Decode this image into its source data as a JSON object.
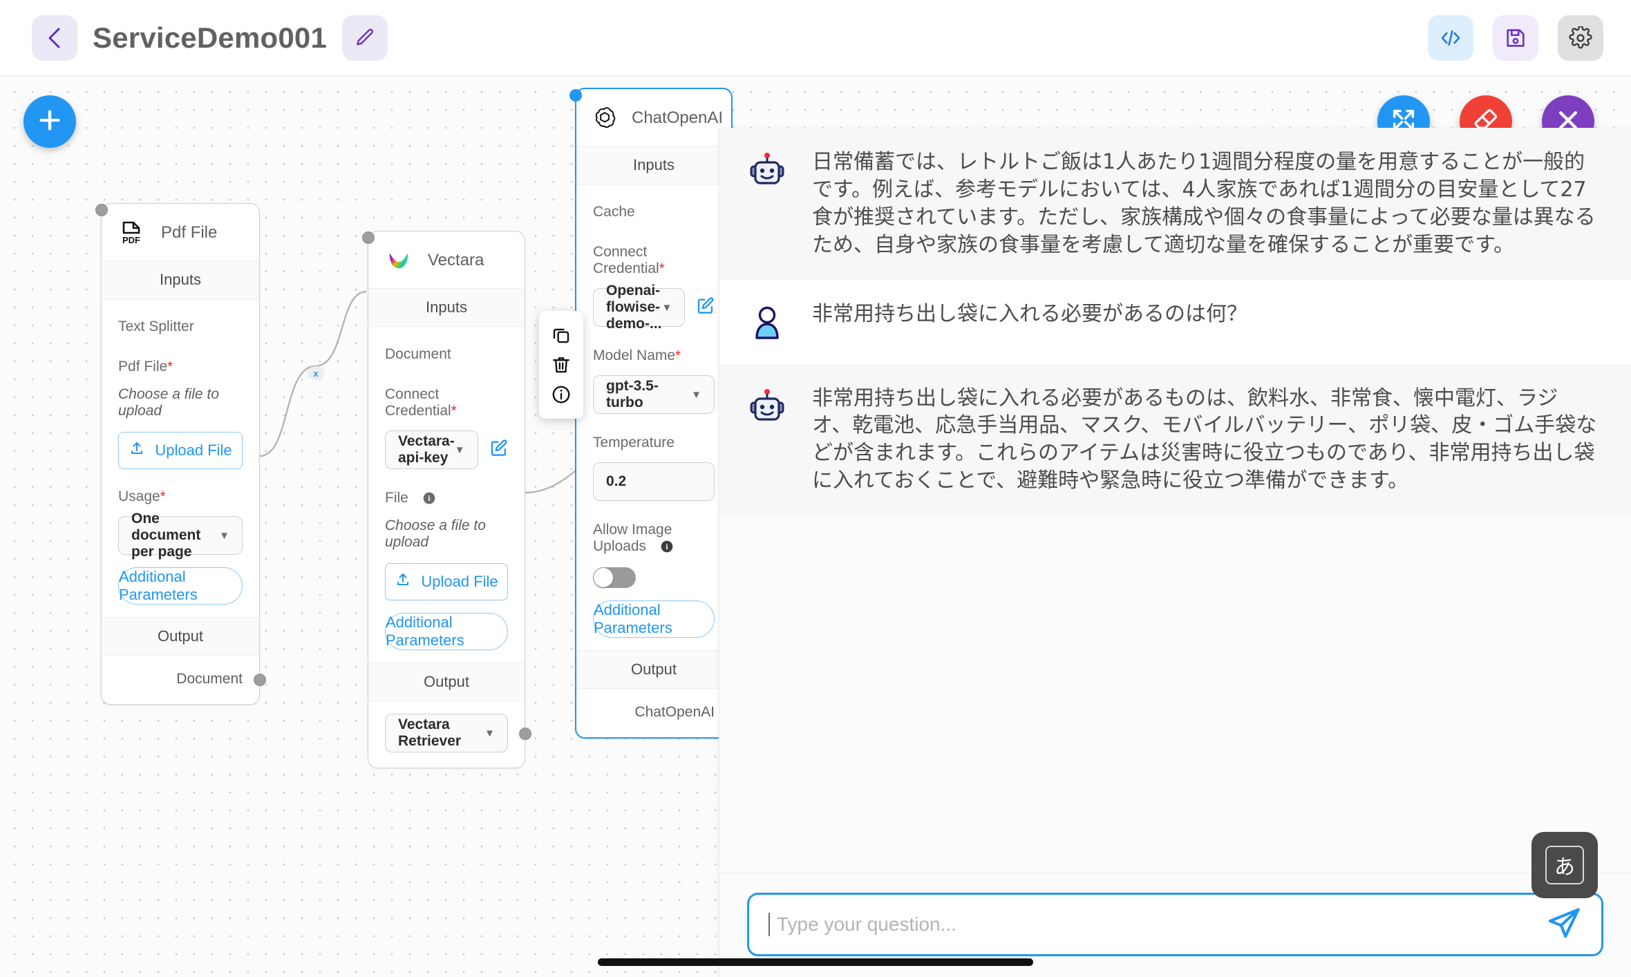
{
  "header": {
    "back_icon": "chevron-left-icon",
    "title": "ServiceDemo001",
    "edit_icon": "pencil-icon",
    "code_icon": "code-brackets-icon",
    "save_icon": "floppy-disk-save-icon",
    "settings_icon": "gear-icon"
  },
  "canvas": {
    "add_button_icon": "plus-icon",
    "zoom_fit_icon": "expand-arrows-icon",
    "clear_chat_icon": "eraser-icon",
    "close_chat_icon": "close-x-icon",
    "edge_delete_label": "x"
  },
  "context_menu": {
    "copy_icon": "duplicate-copy-icon",
    "delete_icon": "trash-icon",
    "info_icon": "info-circle-icon"
  },
  "nodes": {
    "pdf": {
      "icon": "pdf-file-icon",
      "title": "Pdf File",
      "inputs_label": "Inputs",
      "text_splitter_label": "Text Splitter",
      "pdf_file_label": "Pdf File",
      "required_mark": "*",
      "choose_file_hint": "Choose a file to upload",
      "upload_button": "Upload File",
      "upload_icon": "upload-icon",
      "usage_label": "Usage",
      "usage_value": "One document per page",
      "additional_parameters": "Additional Parameters",
      "output_label": "Output",
      "output_document": "Document"
    },
    "vectara": {
      "icon": "vectara-logo-icon",
      "title": "Vectara",
      "inputs_label": "Inputs",
      "document_label": "Document",
      "connect_credential_label": "Connect Credential",
      "required_mark": "*",
      "credential_value": "Vectara-api-key",
      "edit_credential_icon": "edit-square-pencil-icon",
      "file_label": "File",
      "file_info_icon": "info-icon",
      "choose_file_hint": "Choose a file to upload",
      "upload_button": "Upload File",
      "upload_icon": "upload-icon",
      "additional_parameters": "Additional Parameters",
      "output_label": "Output",
      "output_value": "Vectara Retriever"
    },
    "chatopenai": {
      "icon": "openai-logo-icon",
      "title": "ChatOpenAI",
      "inputs_label": "Inputs",
      "cache_label": "Cache",
      "connect_credential_label": "Connect Credential",
      "required_mark": "*",
      "credential_value": "Openai-flowise-demo-...",
      "edit_credential_icon": "edit-square-pencil-icon",
      "model_name_label": "Model Name",
      "model_name_value": "gpt-3.5-turbo",
      "temperature_label": "Temperature",
      "temperature_value": "0.2",
      "allow_image_uploads_label": "Allow Image Uploads",
      "allow_image_uploads_info_icon": "info-icon",
      "allow_image_uploads_on": false,
      "additional_parameters": "Additional Parameters",
      "output_label": "Output",
      "output_value": "ChatOpenAI"
    }
  },
  "chat": {
    "messages": [
      {
        "role": "bot",
        "avatar_icon": "robot-avatar-icon",
        "text": "日常備蓄では、レトルトご飯は1人あたり1週間分程度の量を用意することが一般的です。例えば、参考モデルにおいては、4人家族であれば1週間分の目安量として27食が推奨されています。ただし、家族構成や個々の食事量によって必要な量は異なるため、自身や家族の食事量を考慮して適切な量を確保することが重要です。"
      },
      {
        "role": "user",
        "avatar_icon": "user-avatar-icon",
        "text": "非常用持ち出し袋に入れる必要があるのは何？"
      },
      {
        "role": "bot",
        "avatar_icon": "robot-avatar-icon",
        "text": "非常用持ち出し袋に入れる必要があるものは、飲料水、非常食、懐中電灯、ラジオ、乾電池、応急手当用品、マスク、モバイルバッテリー、ポリ袋、皮・ゴム手袋などが含まれます。これらのアイテムは災害時に役立つものであり、非常用持ち出し袋に入れておくことで、避難時や緊急時に役立つ準備ができます。"
      }
    ],
    "input_placeholder": "Type your question...",
    "send_icon": "send-paper-plane-icon",
    "ime_badge_label": "あ",
    "ime_badge_icon": "japanese-ime-icon"
  },
  "colors": {
    "accent_blue": "#2196f3",
    "violet": "#7e3ec0",
    "red": "#ef4136",
    "required_red": "#f01d1d"
  }
}
